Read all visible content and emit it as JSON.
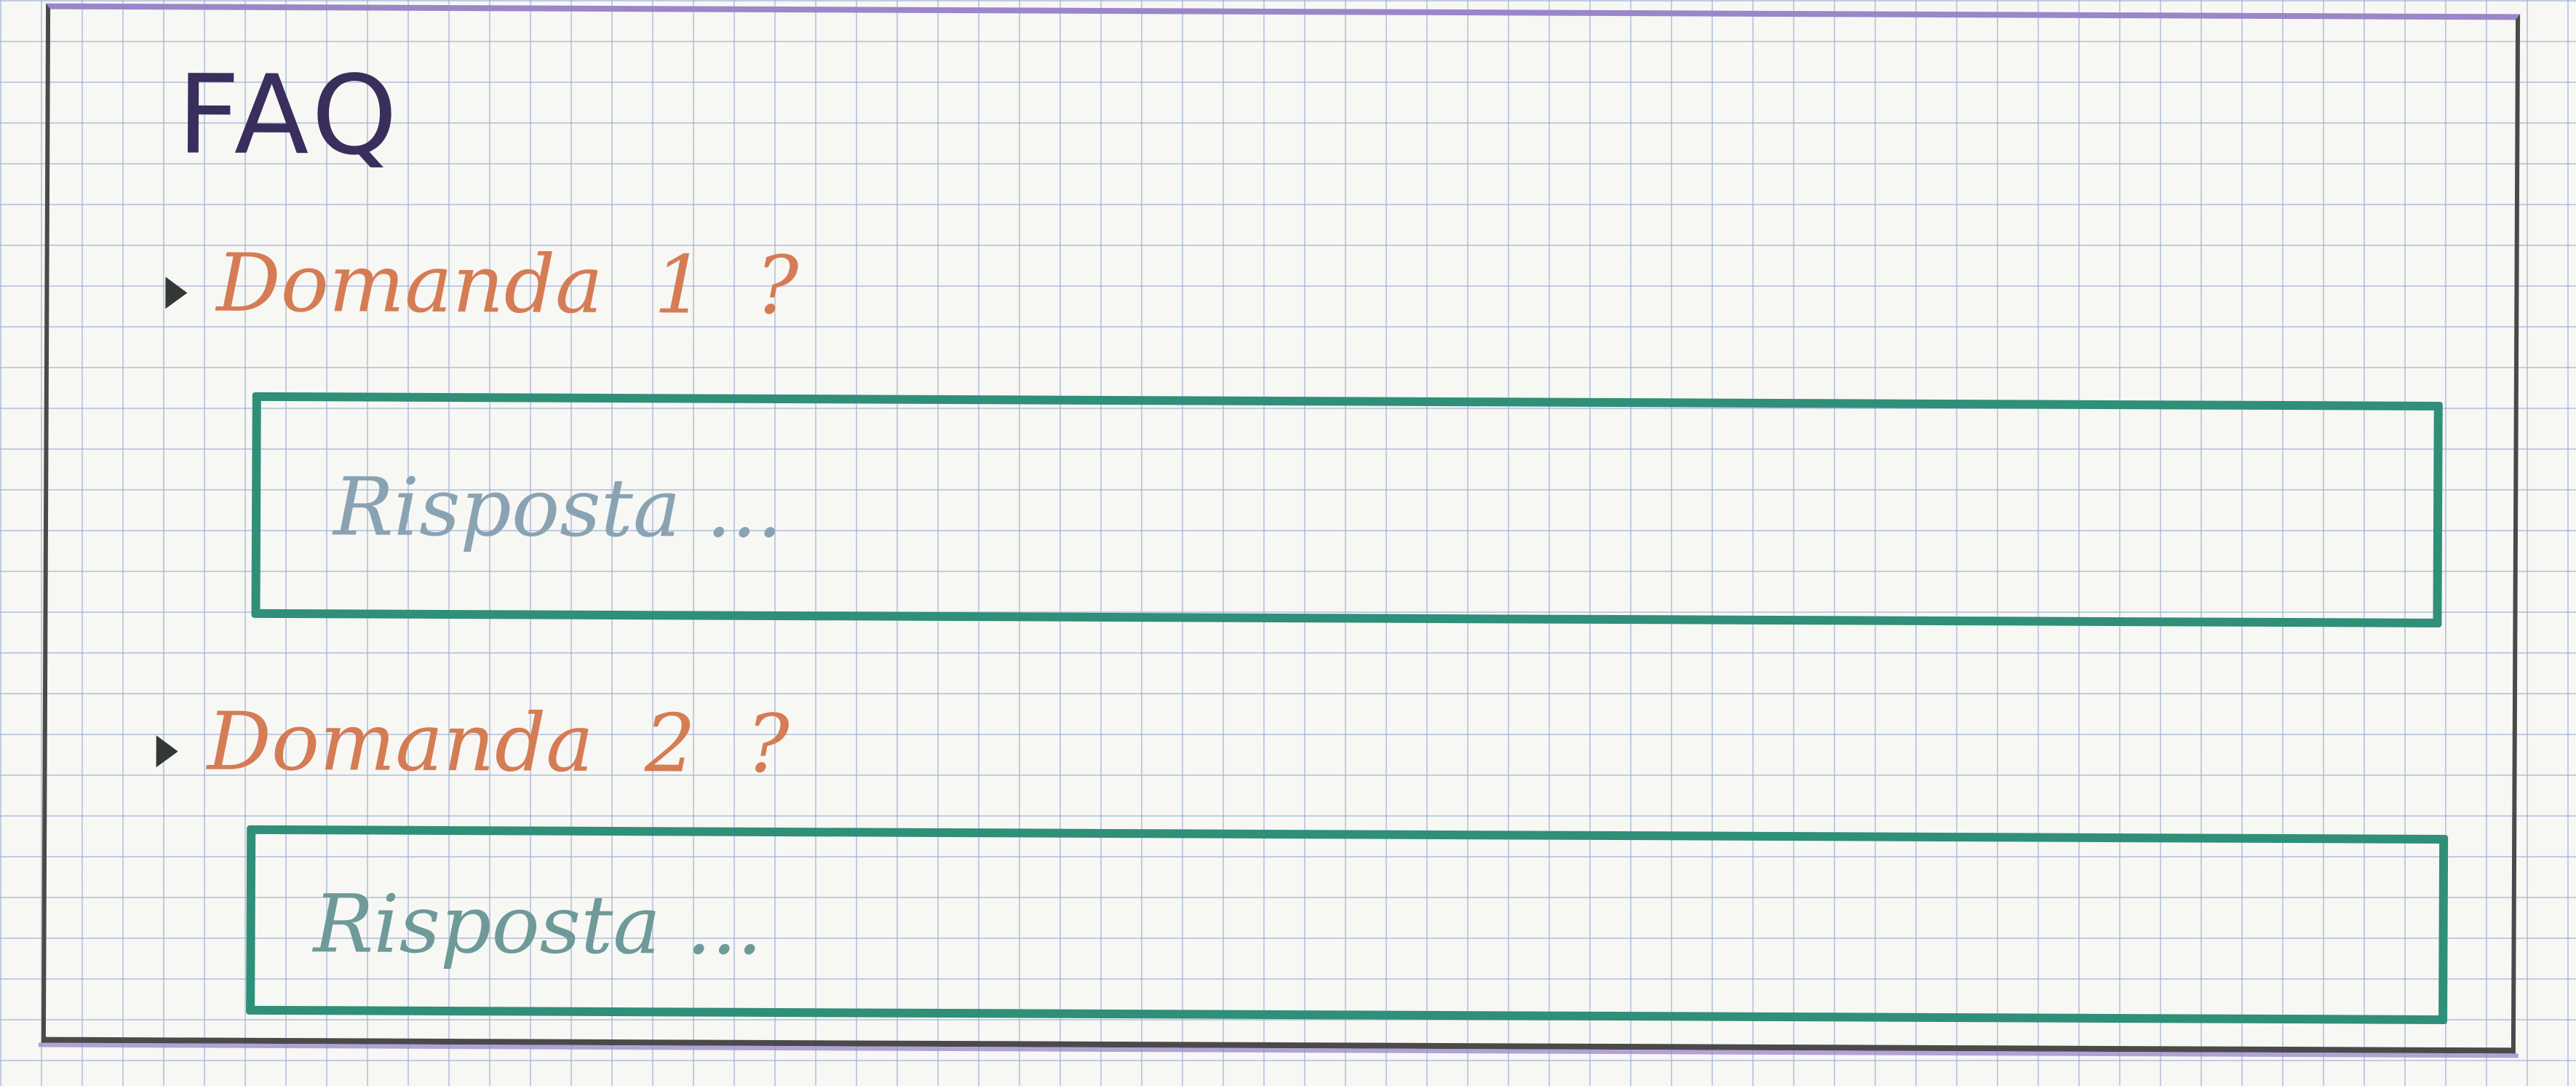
{
  "page": {
    "title": "FAQ"
  },
  "faq": {
    "items": [
      {
        "question": "Domanda  1  ?",
        "answer": "Risposta ...",
        "expand_icon": "triangle-right-icon"
      },
      {
        "question": "Domanda  2  ?",
        "answer": "Risposta ...",
        "expand_icon": "triangle-right-icon"
      }
    ]
  },
  "colors": {
    "paper": "#f7f7f4",
    "grid": "#96aad2",
    "frame_top": "#9b86c9",
    "title": "#3a2e5c",
    "question": "#d57c55",
    "answer_border": "#2f8f78",
    "answer_text": "#8aa3b3"
  }
}
